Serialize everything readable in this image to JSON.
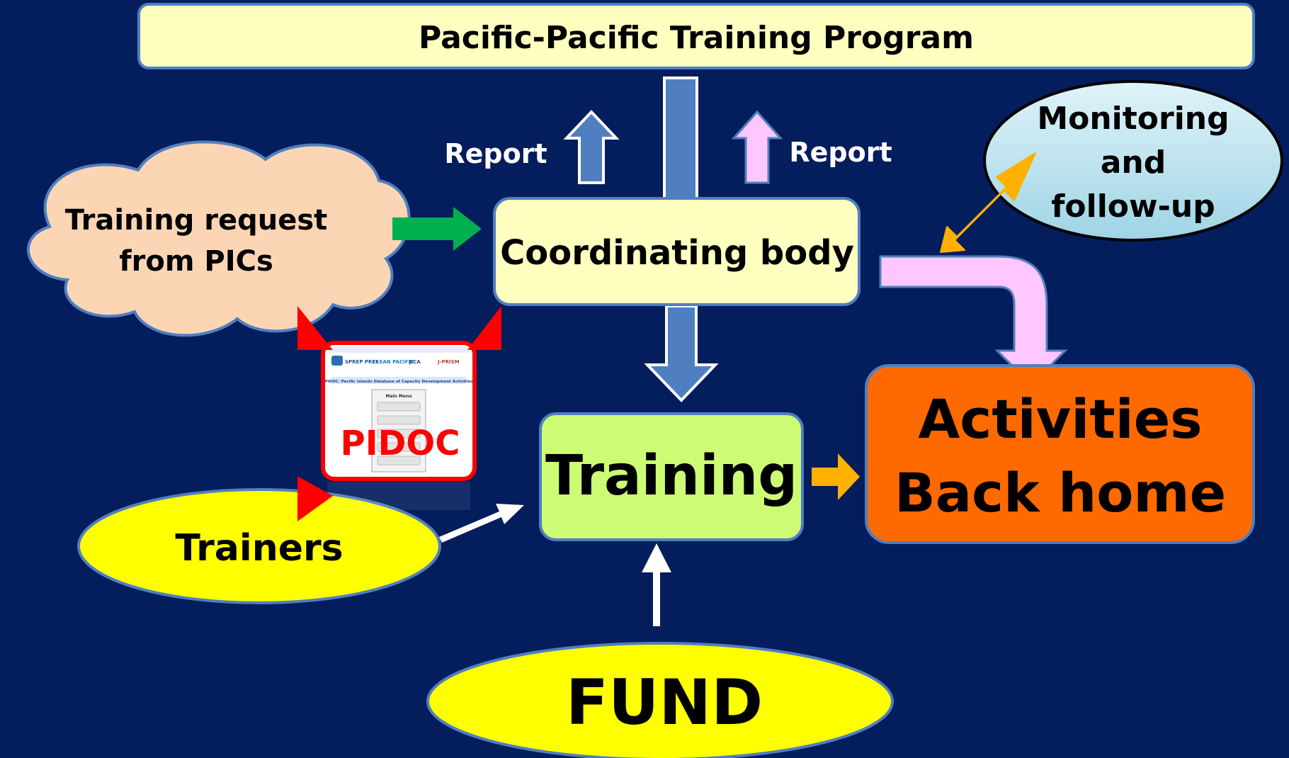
{
  "title": "Pacific-Pacific Training Program",
  "nodes": {
    "coordinating_body": "Coordinating body",
    "training_request": [
      "Training request",
      "from PICs"
    ],
    "monitoring": [
      "Monitoring",
      "and",
      "follow-up"
    ],
    "training": "Training",
    "activities": [
      "Activities",
      "Back home"
    ],
    "trainers": "Trainers",
    "fund": "FUND"
  },
  "report_labels": {
    "left": "Report",
    "right": "Report"
  },
  "pidoc": {
    "label": "PIDOC",
    "screen_title": "PIDOC: Pacific Islands Database of Capacity Development Activities",
    "menu_title": "Main Menu",
    "logos": [
      "SPREP PREE",
      "CLEAN PACIFIC",
      "JICA",
      "J-PRISM"
    ]
  },
  "colors": {
    "background": "#041d5c",
    "title_fill": "#ffffc0",
    "cloud_fill": "#fcd6b4",
    "monitor_fill": "#bde3ee",
    "training_fill": "#cdfc74",
    "activities_fill": "#ff6a00",
    "ellipse_fill": "#ffff00",
    "blue_arrow": "#4f7fc0",
    "pink_arrow": "#ffc6ff",
    "green_arrow": "#00b050",
    "orange_arrow": "#ffb000",
    "red_triangle": "#ff0000"
  }
}
